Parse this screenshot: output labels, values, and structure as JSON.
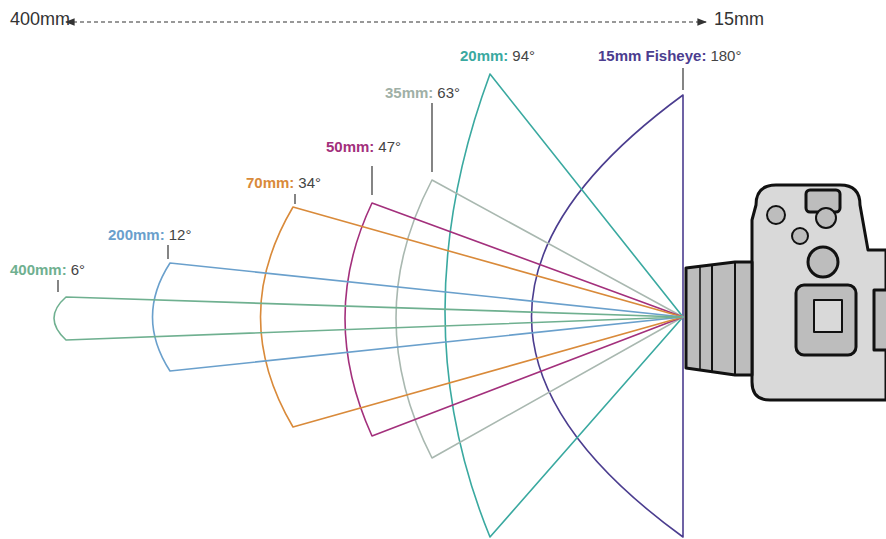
{
  "diagram": {
    "labels": [
      "400mm",
      "15mm",
      "400mm:",
      "6°",
      "200mm:",
      "12°",
      "70mm:",
      "34°",
      "50mm:",
      "47°",
      "35mm:",
      "63°",
      "20mm:",
      "94°",
      "15mm Fisheye:",
      "180°"
    ]
  }
}
